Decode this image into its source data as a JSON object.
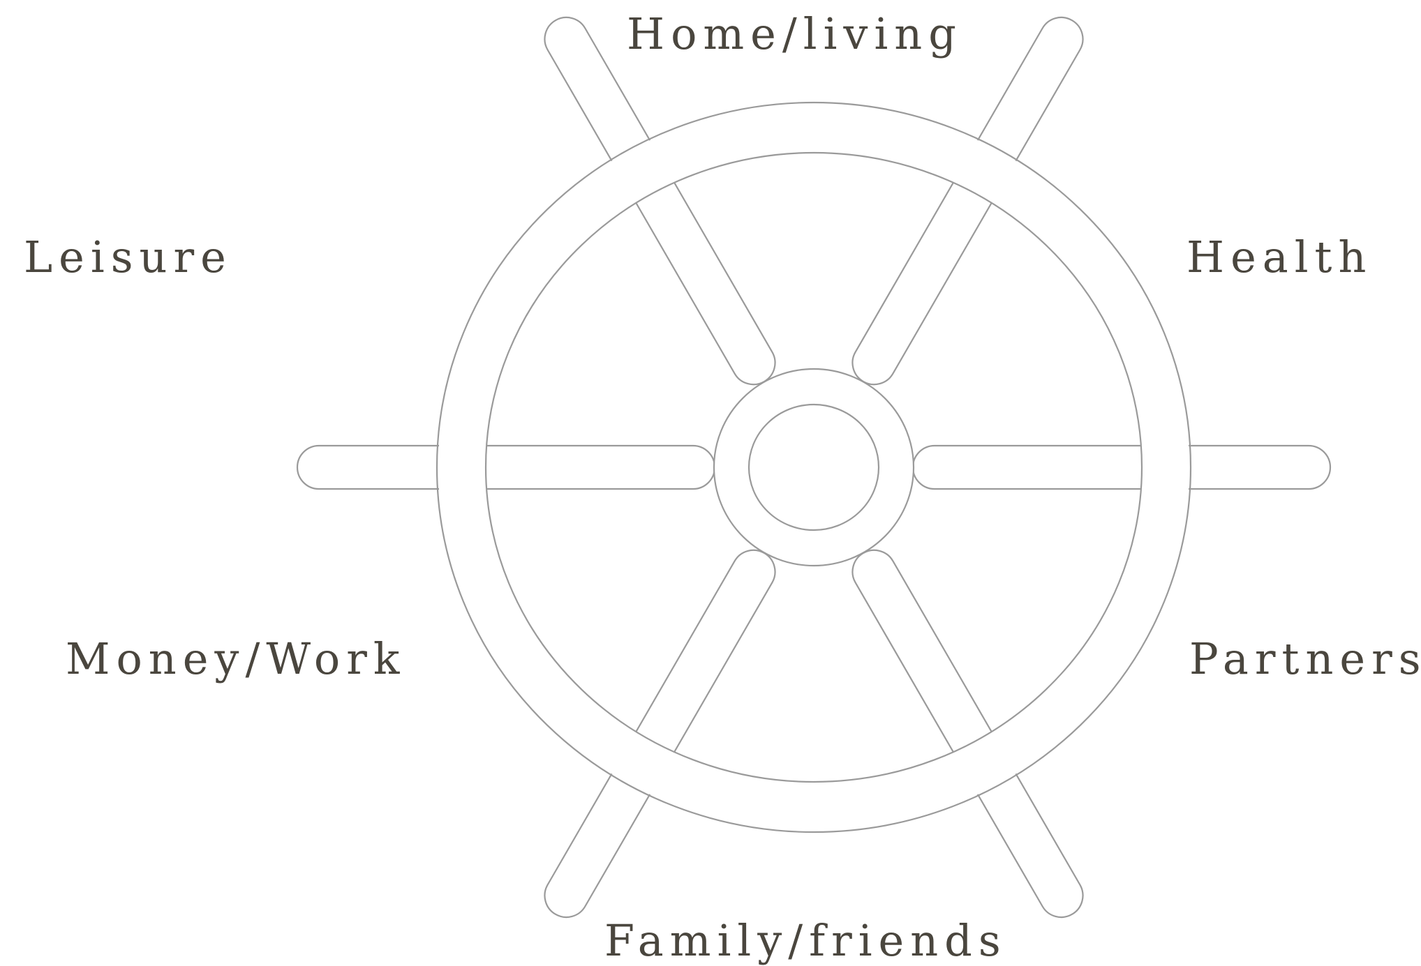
{
  "diagram": {
    "type": "ships-wheel",
    "spoke_count": 6,
    "stroke_color": "#9a9a9a",
    "label_color": "#4a463e",
    "labels": {
      "top": "Home/living",
      "upper_left": "Leisure",
      "upper_right": "Health",
      "lower_left": "Money/Work",
      "lower_right": "Partners",
      "bottom": "Family/friends"
    }
  }
}
